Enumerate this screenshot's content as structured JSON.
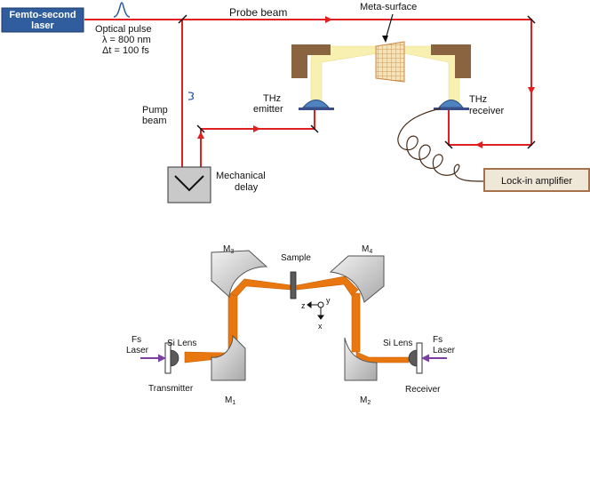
{
  "top_setup": {
    "laser_box": {
      "line1": "Femto-second",
      "line2": "laser"
    },
    "optical_pulse": {
      "line1": "Optical pulse",
      "line2": "λ = 800 nm",
      "line3": "Δt = 100 fs"
    },
    "probe_beam": "Probe beam",
    "meta_surface": "Meta-surface",
    "pump_beam": {
      "line1": "Pump",
      "line2": "beam"
    },
    "thz_emitter": {
      "line1": "THz",
      "line2": "emitter"
    },
    "thz_receiver": {
      "line1": "THz",
      "line2": "receiver"
    },
    "mechanical_delay": {
      "line1": "Mechanical",
      "line2": "delay"
    },
    "lockin": "Lock-in amplifier"
  },
  "bottom_setup": {
    "sample": "Sample",
    "mirrors": {
      "m1": "M",
      "m1_sub": "1",
      "m2": "M",
      "m2_sub": "2",
      "m3": "M",
      "m3_sub": "3",
      "m4": "M",
      "m4_sub": "4"
    },
    "fs_laser_left": {
      "line1": "Fs",
      "line2": "Laser"
    },
    "fs_laser_right": {
      "line1": "Fs",
      "line2": "Laser"
    },
    "si_lens_left": "Si Lens",
    "si_lens_right": "Si Lens",
    "transmitter": "Transmitter",
    "receiver": "Receiver",
    "axes": {
      "z": "z",
      "y": "y",
      "x": "x"
    }
  },
  "colors": {
    "beam_red": "#e02020",
    "laser_box_fill": "#2f5d9e",
    "thz_yellow": "#f7f0b0",
    "mount_brown": "#8a6440",
    "thz_beam_orange": "#e8770f",
    "mirror_gray": "#c4c4c4"
  }
}
